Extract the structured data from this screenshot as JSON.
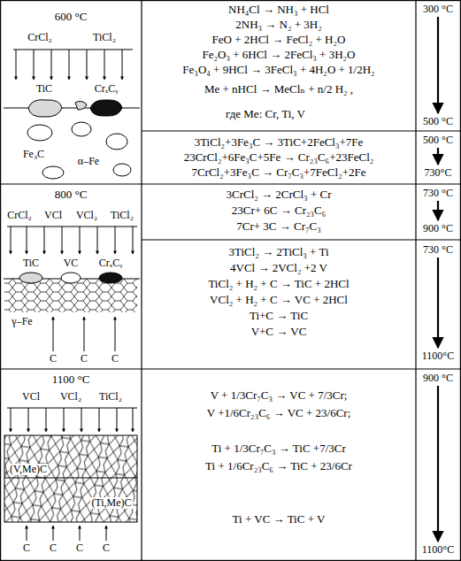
{
  "diagram": {
    "labels": [
      "600 °C",
      "CrCl₂",
      "TiCl₂",
      "TiC",
      "CrₓCᵧ",
      "Fe₃C",
      "α–Fe",
      "NH₄Cl → NH₃ + HCl",
      "2NH₃ → N₂ + 3H₂",
      "FeO + 2HCl → FeCl₂ + H₂O",
      "Fe₂O₃ + 6HCl → 2FeCl₃ + 3H₂O",
      "Fe₃O₄ + 9HCl → 3FeCl₃ + 4H₂O + 1/2H₂",
      "Me + nHCl → MeClₙ + n/2 H₂ ,",
      "где  Me: Cr, Ti, V",
      "3TiCl₂+3Fe₃C → 3TiC+2FeCl₃+7Fe",
      "23CrCl₂+6Fe₃C+5Fe → Cr₂₃C₆+23FeCl₂",
      "7CrCl₂+3Fe₃C → Cr₇C₃+7FeCl₂+2Fe",
      "300 °C",
      "500 °C",
      "500 °C",
      "730°C",
      "800 °C",
      "CrCl₂",
      "VCl",
      "VCl₂",
      "TiCl₂",
      "TiC",
      "VC",
      "CrₓCᵧ",
      "γ–Fe",
      "C",
      "C",
      "C",
      "3CrCl₂ → 2CrCl₃ + Cr",
      "23Cr+ 6C → Cr₂₃C₆",
      "7Cr+ 3C → Cr₇C₃",
      "3TiCl₂ → 2TiCl₃ + Ti",
      "4VCl → 2VCl₂ +2 V",
      "TiCl₂ + H₂ + C → TiC + 2HCl",
      "VCl₂ + H₂ + C → VC + 2HCl",
      "Ti+C → TiC",
      "V+C → VC",
      "730 °C",
      "900 °C",
      "730 °C",
      "1100°C",
      "1100 °C",
      "VCl",
      "VCl₂",
      "TiCl₂",
      "(V,Me)C",
      "(Ti,Me)C",
      "C",
      "C",
      "C",
      "C",
      "V + 1/3Cr₇C₃ → VC + 7/3Cr;",
      "V +1/6Cr₂₃C₆ → VC + 23/6Cr;",
      "Ti + 1/3Cr₇C₃ → TiC +7/3Cr",
      "Ti + 1/6Cr₂₃C₆ → TiC + 23/6Cr",
      "Ti + VC → TiC + V",
      "900 °C",
      "1100°C"
    ]
  }
}
